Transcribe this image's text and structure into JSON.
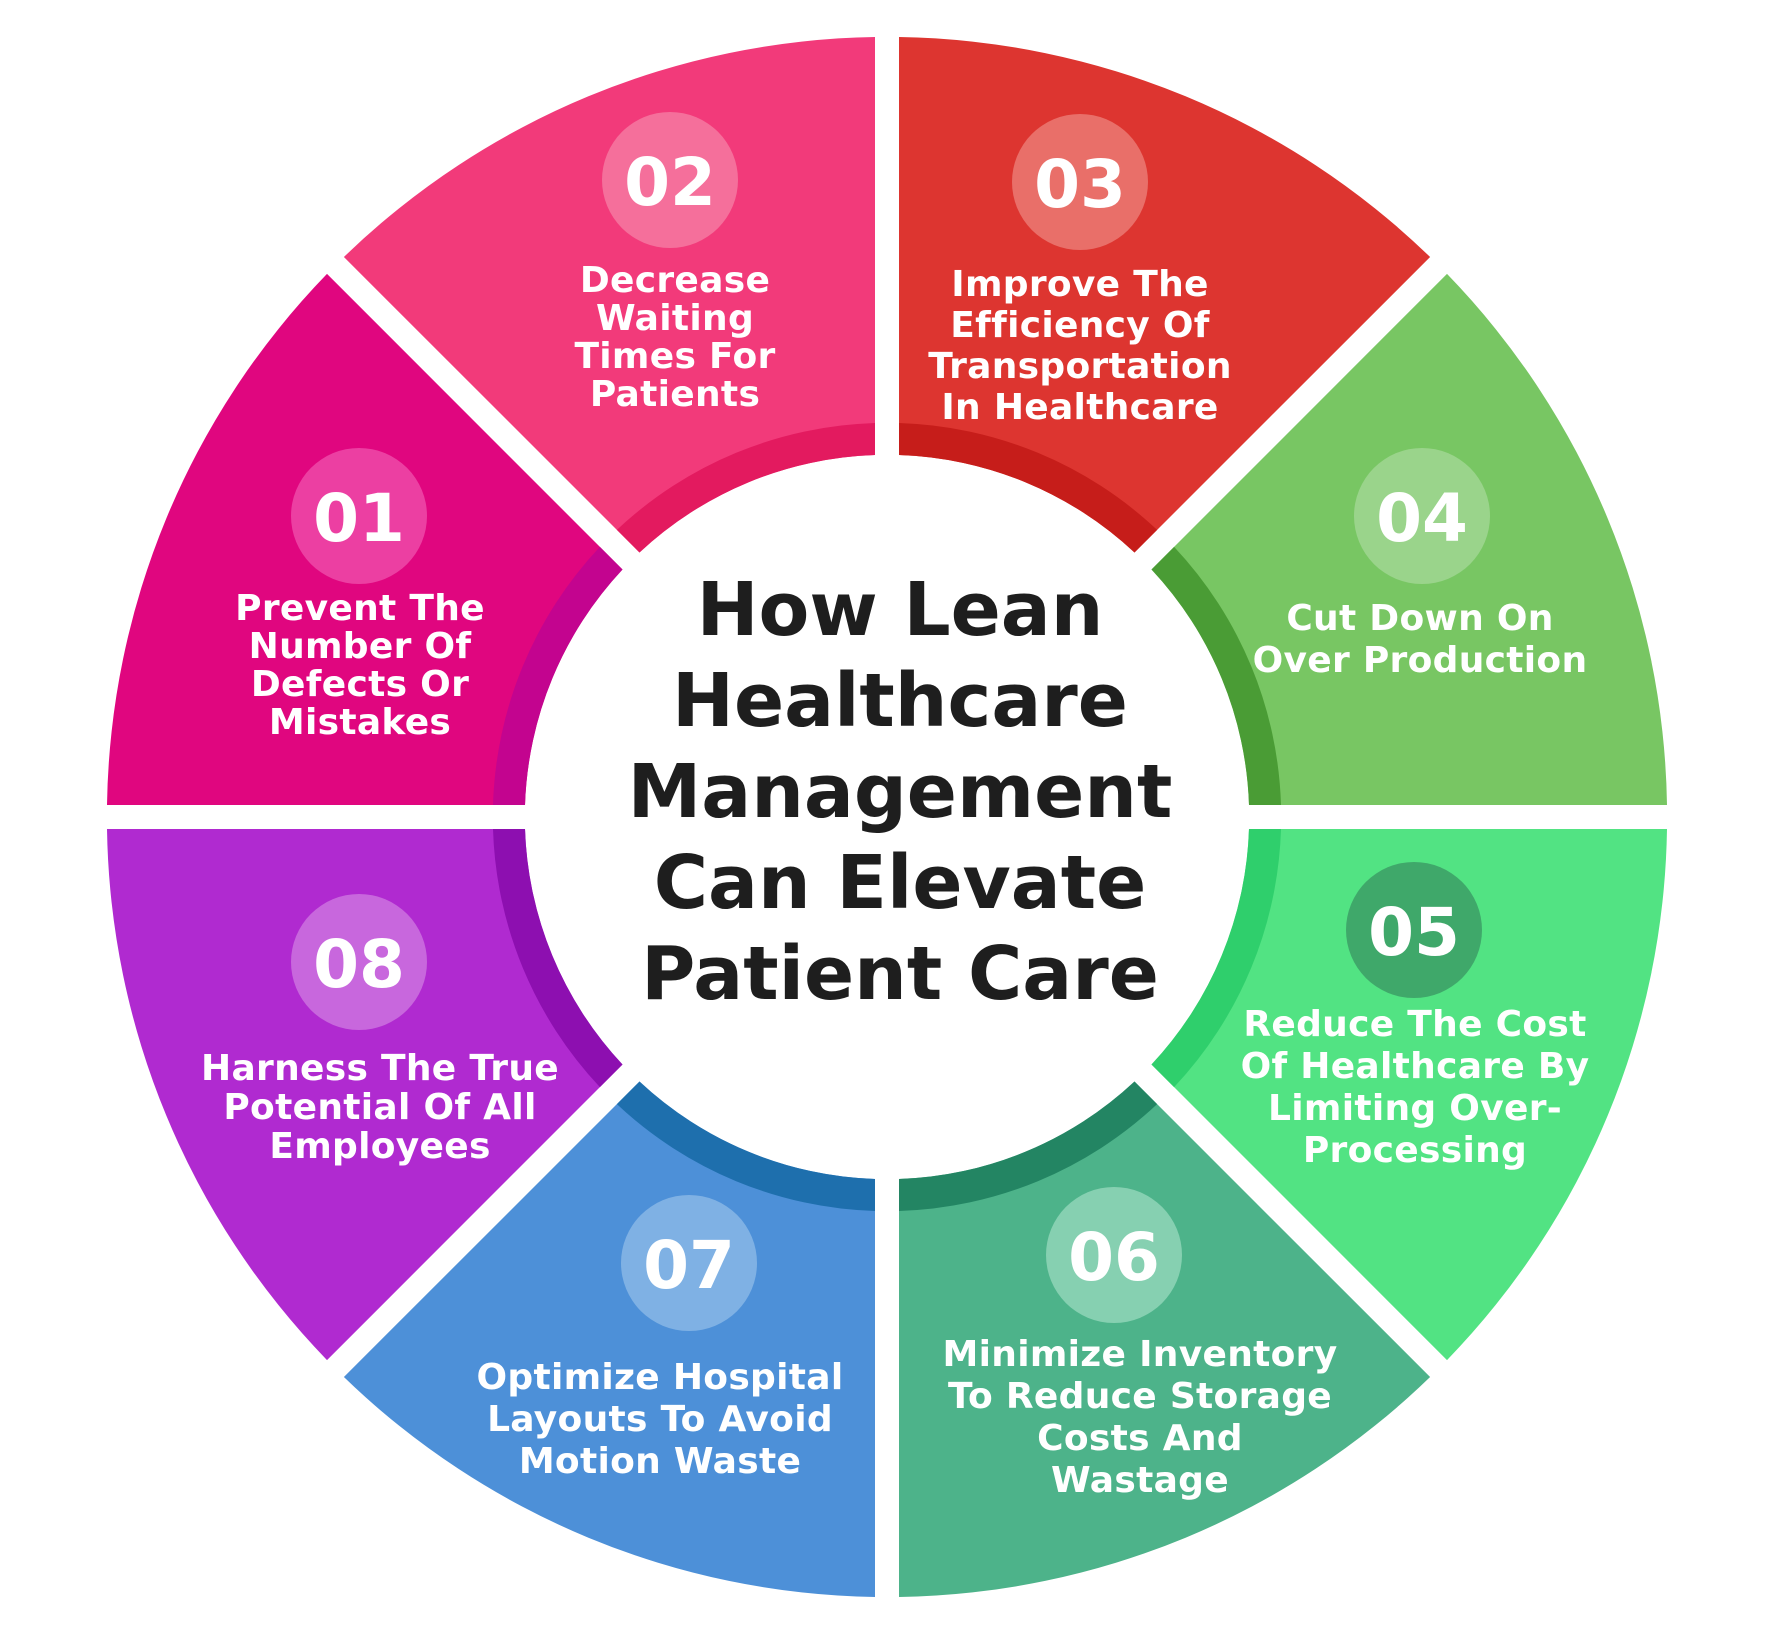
{
  "center": {
    "title_lines": [
      "How Lean",
      "Healthcare",
      "Management",
      "Can Elevate",
      "Patient Care"
    ]
  },
  "segments": [
    {
      "number": "01",
      "lines": [
        "Prevent The",
        "Number Of",
        "Defects Or",
        "Mistakes"
      ],
      "color": "#e0067f",
      "inner_color": "#c3048f",
      "badge_color": "#ec3fa2"
    },
    {
      "number": "02",
      "lines": [
        "Decrease",
        "Waiting",
        "Times For",
        "Patients"
      ],
      "color": "#f23a7a",
      "inner_color": "#e31a5f",
      "badge_color": "#f56f9b"
    },
    {
      "number": "03",
      "lines": [
        "Improve The",
        "Efficiency Of",
        "Transportation",
        "In Healthcare"
      ],
      "color": "#dd3530",
      "inner_color": "#c61d1a",
      "badge_color": "#e96f69"
    },
    {
      "number": "04",
      "lines": [
        "Cut Down On",
        "Over Production"
      ],
      "color": "#78c663",
      "inner_color": "#4a9c35",
      "badge_color": "#9ad48b"
    },
    {
      "number": "05",
      "lines": [
        "Reduce The Cost",
        "Of Healthcare By",
        "Limiting Over-",
        "Processing"
      ],
      "color": "#52e383",
      "inner_color": "#2fcf6c",
      "badge_color": "#3fa86a"
    },
    {
      "number": "06",
      "lines": [
        "Minimize Inventory",
        "To Reduce Storage",
        "Costs And",
        "Wastage"
      ],
      "color": "#4db38a",
      "inner_color": "#238563",
      "badge_color": "#86d0b1"
    },
    {
      "number": "07",
      "lines": [
        "Optimize Hospital",
        "Layouts To Avoid",
        "Motion Waste"
      ],
      "color": "#4d90d8",
      "inner_color": "#1e6fad",
      "badge_color": "#7fb1e4"
    },
    {
      "number": "08",
      "lines": [
        "Harness The True",
        "Potential Of All",
        "Employees"
      ],
      "color": "#b02ad0",
      "inner_color": "#8d0fb0",
      "badge_color": "#c867dd"
    }
  ]
}
